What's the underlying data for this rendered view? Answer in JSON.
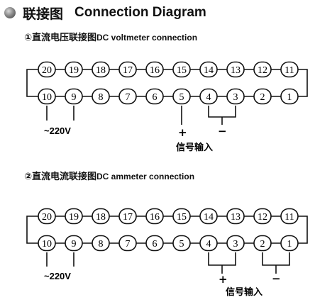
{
  "header": {
    "title_cn": "联接图",
    "title_en": "Connection Diagram"
  },
  "sections": [
    {
      "title_cn": "①直流电压联接图",
      "title_en": "DC voltmeter connection",
      "voltage_label": "~220V",
      "plus": "+",
      "minus": "−",
      "signal_label": "信号输入"
    },
    {
      "title_cn": "②直流电流联接图",
      "title_en": "DC ammeter connection",
      "voltage_label": "~220V",
      "plus": "+",
      "minus": "−",
      "signal_label": "信号输入"
    }
  ],
  "terminals": {
    "top_row": [
      "20",
      "19",
      "18",
      "17",
      "16",
      "15",
      "14",
      "13",
      "12",
      "11"
    ],
    "bottom_row": [
      "10",
      "9",
      "8",
      "7",
      "6",
      "5",
      "4",
      "3",
      "2",
      "1"
    ]
  }
}
